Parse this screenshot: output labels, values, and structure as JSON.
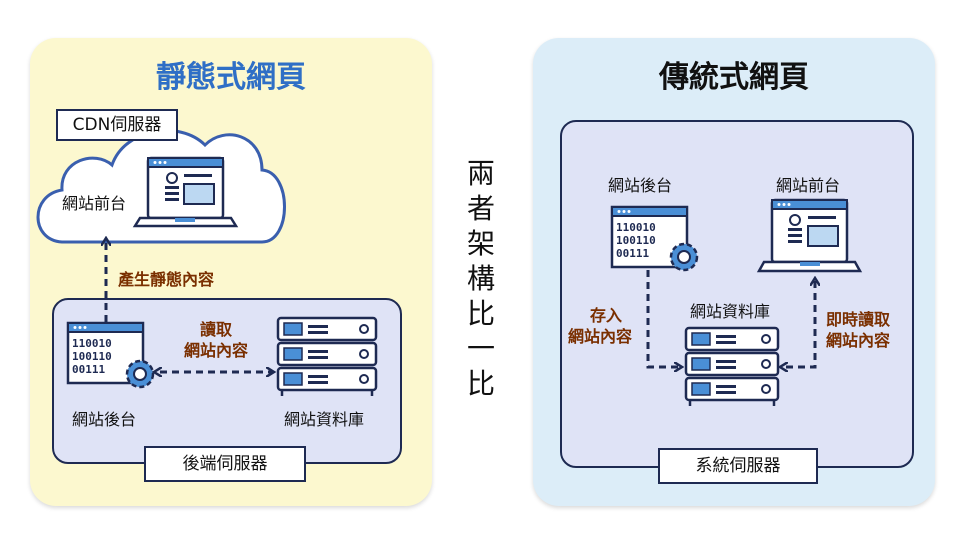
{
  "static": {
    "title": "靜態式網頁",
    "cdn_label": "CDN伺服器",
    "frontend": "網站前台",
    "generate": "產生靜態內容",
    "backend": "網站後台",
    "read": [
      "讀取",
      "網站內容"
    ],
    "database": "網站資料庫",
    "server_label": "後端伺服器"
  },
  "traditional": {
    "title": "傳統式網頁",
    "backend": "網站後台",
    "frontend": "網站前台",
    "database": "網站資料庫",
    "store": [
      "存入",
      "網站內容"
    ],
    "realtime": [
      "即時讀取",
      "網站內容"
    ],
    "server_label": "系統伺服器"
  },
  "middle_text": [
    "兩",
    "者",
    "架",
    "構",
    "比",
    "一",
    "比"
  ],
  "code_lines": [
    "110010",
    "100110",
    "00111"
  ],
  "colors": {
    "dark": "#1e2a52",
    "accent": "#2f6fc6",
    "device_blue": "#4a8fd6",
    "arrow_label": "#7a2f00"
  }
}
